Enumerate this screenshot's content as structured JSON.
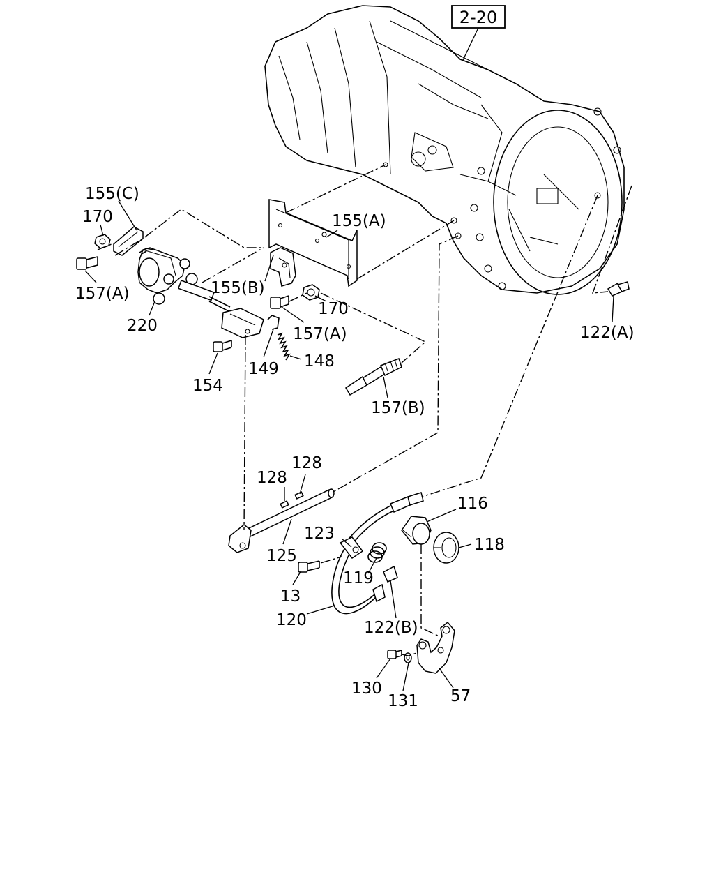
{
  "reference": {
    "box_label": "2-20"
  },
  "parts": {
    "p155c": "155(C)",
    "p170a": "170",
    "p157a_left": "157(A)",
    "p220": "220",
    "p155a": "155(A)",
    "p155b": "155(B)",
    "p170b": "170",
    "p157a_mid": "157(A)",
    "p122a": "122(A)",
    "p148": "148",
    "p149": "149",
    "p154": "154",
    "p157b": "157(B)",
    "p128a": "128",
    "p128b": "128",
    "p116": "116",
    "p118": "118",
    "p123": "123",
    "p125": "125",
    "p119": "119",
    "p13": "13",
    "p120": "120",
    "p122b": "122(B)",
    "p130": "130",
    "p131": "131",
    "p57": "57"
  }
}
